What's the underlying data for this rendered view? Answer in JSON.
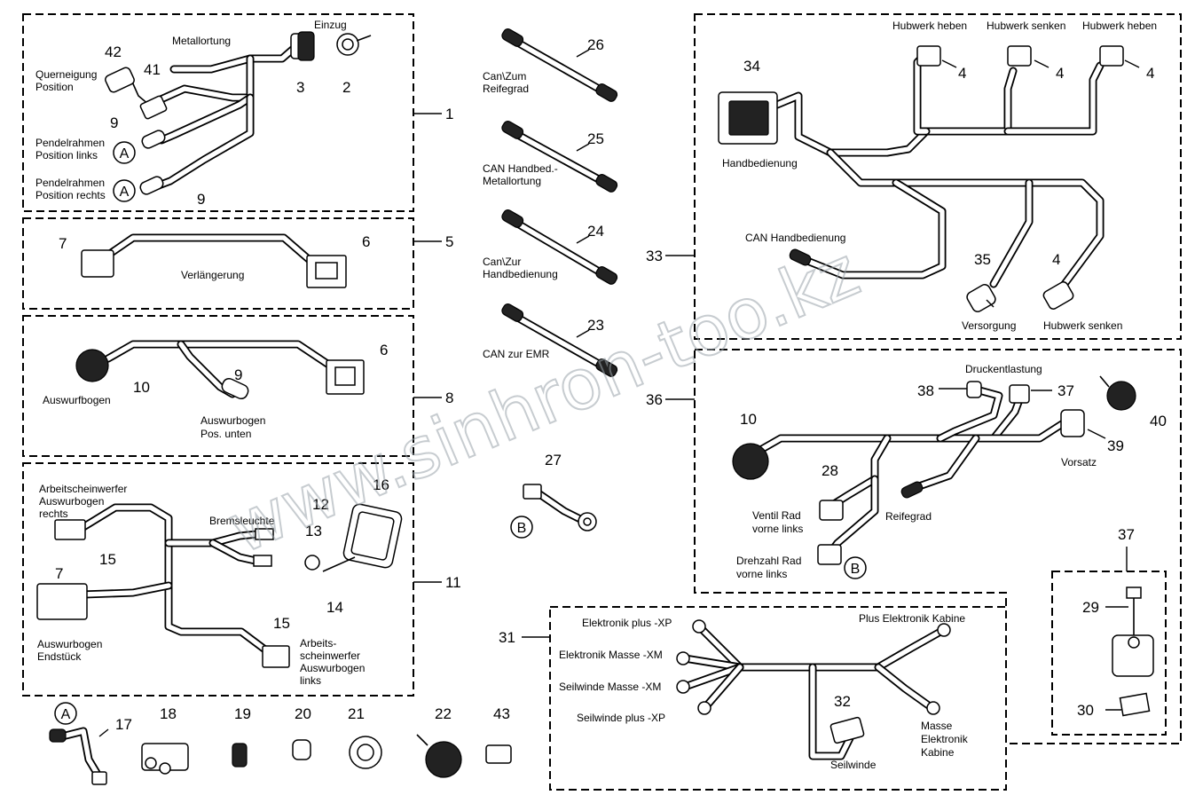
{
  "watermark": "www.sinhron-too.kz",
  "labels": {
    "metallortung": "Metallortung",
    "einzug": "Einzug",
    "querneigung": "Querneigung",
    "position": "Position",
    "pendel_links_1": "Pendelrahmen",
    "pendel_links_2": "Position links",
    "pendel_rechts_1": "Pendelrahmen",
    "pendel_rechts_2": "Position rechts",
    "verlaengerung": "Verlängerung",
    "auswurfbogen": "Auswurfbogen",
    "auswurbogen_pos_1": "Auswurbogen",
    "auswurbogen_pos_2": "Pos. unten",
    "aw_rechts_1": "Arbeitscheinwerfer",
    "aw_rechts_2": "Auswurbogen",
    "aw_rechts_3": "rechts",
    "bremsleuchte": "Bremsleuchte",
    "auswurbogen_end_1": "Auswurbogen",
    "auswurbogen_end_2": "Endstück",
    "aw_links_1": "Arbeits-",
    "aw_links_2": "scheinwerfer",
    "aw_links_3": "Auswurbogen",
    "aw_links_4": "links",
    "can_reifegrad_1": "Can\\Zum",
    "can_reifegrad_2": "Reifegrad",
    "can_handbed_1": "CAN Handbed.-",
    "can_handbed_2": "Metallortung",
    "can_zur_hand_1": "Can\\Zur",
    "can_zur_hand_2": "Handbedienung",
    "can_emr": "CAN zur EMR",
    "hubwerk_heben_1": "Hubwerk heben",
    "hubwerk_senken_1": "Hubwerk senken",
    "hubwerk_heben_2": "Hubwerk heben",
    "handbedienung": "Handbedienung",
    "can_handbedienung": "CAN Handbedienung",
    "versorgung": "Versorgung",
    "hubwerk_senken_2": "Hubwerk senken",
    "druckentlastung": "Druckentlastung",
    "vorsatz": "Vorsatz",
    "ventil_1": "Ventil Rad",
    "ventil_2": "vorne links",
    "reifegrad": "Reifegrad",
    "drehzahl_1": "Drehzahl Rad",
    "drehzahl_2": "vorne links",
    "elektronik_plus": "Elektronik plus -XP",
    "elektronik_masse": "Elektronik Masse -XM",
    "seilwinde_masse": "Seilwinde Masse -XM",
    "seilwinde_plus": "Seilwinde plus -XP",
    "plus_elektronik_kabine": "Plus Elektronik Kabine",
    "seilwinde": "Seilwinde",
    "masse_1": "Masse",
    "masse_2": "Elektronik",
    "masse_3": "Kabine"
  },
  "refs": {
    "a": "A",
    "b": "B"
  },
  "numbers": {
    "n1": "1",
    "n2": "2",
    "n3": "3",
    "n4a": "4",
    "n4b": "4",
    "n4c": "4",
    "n4d": "4",
    "n5": "5",
    "n6a": "6",
    "n6b": "6",
    "n7a": "7",
    "n7b": "7",
    "n8": "8",
    "n9a": "9",
    "n9b": "9",
    "n9c": "9",
    "n10a": "10",
    "n10b": "10",
    "n11": "11",
    "n12": "12",
    "n13": "13",
    "n14": "14",
    "n15a": "15",
    "n15b": "15",
    "n16": "16",
    "n17": "17",
    "n18": "18",
    "n19": "19",
    "n20": "20",
    "n21": "21",
    "n22": "22",
    "n23": "23",
    "n24": "24",
    "n25": "25",
    "n26": "26",
    "n27": "27",
    "n28": "28",
    "n29": "29",
    "n30": "30",
    "n31": "31",
    "n32": "32",
    "n33": "33",
    "n34": "34",
    "n35": "35",
    "n36": "36",
    "n37a": "37",
    "n37b": "37",
    "n38": "38",
    "n39": "39",
    "n40": "40",
    "n41": "41",
    "n42": "42",
    "n43": "43"
  }
}
